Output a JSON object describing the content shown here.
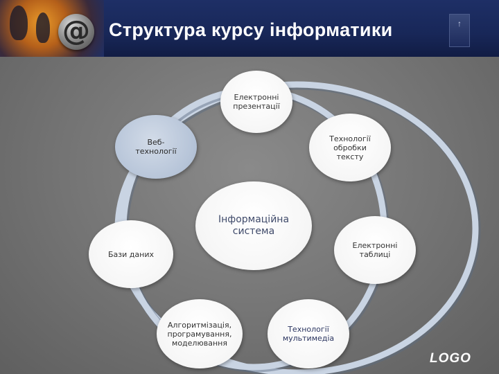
{
  "slide": {
    "title": "Структура курсу інформатики",
    "logo_text": "LOGO",
    "header_at_symbol": "@",
    "header_right_glyph": "↑"
  },
  "diagram": {
    "center": "Інформаційна\nсистема",
    "nodes": {
      "presentations": "Електронні\nпрезентації",
      "text_processing": "Технології\nобробки\nтексту",
      "web": "Веб-\nтехнології",
      "databases": "Бази даних",
      "spreadsheets": "Електронні\nтаблиці",
      "algorithmization": "Алгоритмізація,\nпрограмування,\nмоделювання",
      "multimedia": "Технології\nмультимедіа"
    }
  },
  "colors": {
    "header": "#1e2f66",
    "ring": "#c9d4e3",
    "web_node": "#b6c4d8",
    "background": "#737373"
  }
}
